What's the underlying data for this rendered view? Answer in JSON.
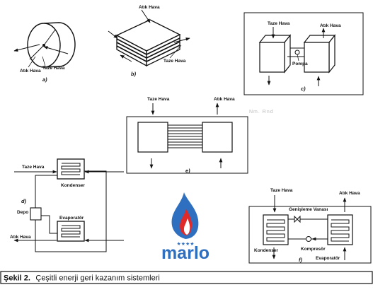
{
  "caption": {
    "figure_number": "Şekil 2.",
    "text": "Çeşitli enerji geri kazanım sistemleri"
  },
  "labels": {
    "exhaust_air": "Atık Hava",
    "fresh_air": "Taze Hava",
    "pump": "Pompa",
    "reservoir": "Depo",
    "condenser": "Kondenser",
    "evaporator": "Evaporatör",
    "expansion_valve": "Genişleme Vanası",
    "compressor": "Kompresör"
  },
  "panels": {
    "a": "a)",
    "b": "b)",
    "c": "c)",
    "d": "d)",
    "e": "e)",
    "f": "f)"
  },
  "faint_text": "Nm. Rnd",
  "logo": {
    "brand": "marlo",
    "stars": "★★★★",
    "colors": {
      "flame_blue": "#2f6fc0",
      "flame_red": "#e02a2a",
      "text": "#2f6fc0"
    }
  }
}
